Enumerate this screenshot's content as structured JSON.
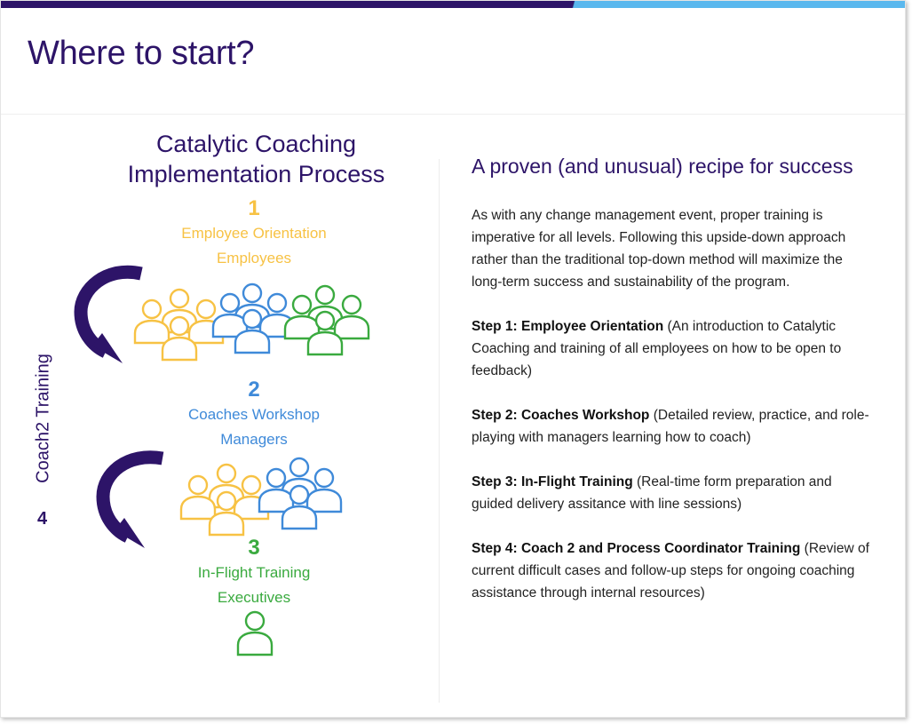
{
  "page": {
    "title": "Where to start?"
  },
  "colors": {
    "brand_dark": "#2d1468",
    "brand_light": "#5ab8ee",
    "employees": "#f7c244",
    "managers": "#3f8ad9",
    "executives": "#3aaa3f"
  },
  "process": {
    "title_line1": "Catalytic Coaching",
    "title_line2": "Implementation Process",
    "stages": [
      {
        "number": "1",
        "name": "Employee Orientation",
        "audience": "Employees"
      },
      {
        "number": "2",
        "name": "Coaches Workshop",
        "audience": "Managers"
      },
      {
        "number": "3",
        "name": "In-Flight Training",
        "audience": "Executives"
      }
    ],
    "side_label": "Coach2 Training",
    "side_number": "4",
    "icons": [
      "curved-arrow-icon",
      "people-group-icon",
      "person-icon"
    ]
  },
  "recipe": {
    "heading": "A proven (and unusual) recipe for success",
    "intro": "As with any change management event, proper training is imperative for all levels. Following this upside-down approach rather than the traditional top-down method will maximize the long-term success and sustainability of the program.",
    "steps": [
      {
        "label": "Step 1: Employee Orientation",
        "text": " (An introduction to Catalytic Coaching and training of all employees on how to be open to feedback)"
      },
      {
        "label": "Step 2: Coaches Workshop",
        "text": " (Detailed review, practice, and role-playing with managers learning how to coach)"
      },
      {
        "label": "Step 3: In-Flight Training",
        "text": " (Real-time form preparation and guided delivery assitance with line sessions)"
      },
      {
        "label": "Step 4: Coach 2 and Process Coordinator Training",
        "text": " (Review of current difficult cases and follow-up steps for ongoing coaching assistance through internal resources)"
      }
    ]
  }
}
